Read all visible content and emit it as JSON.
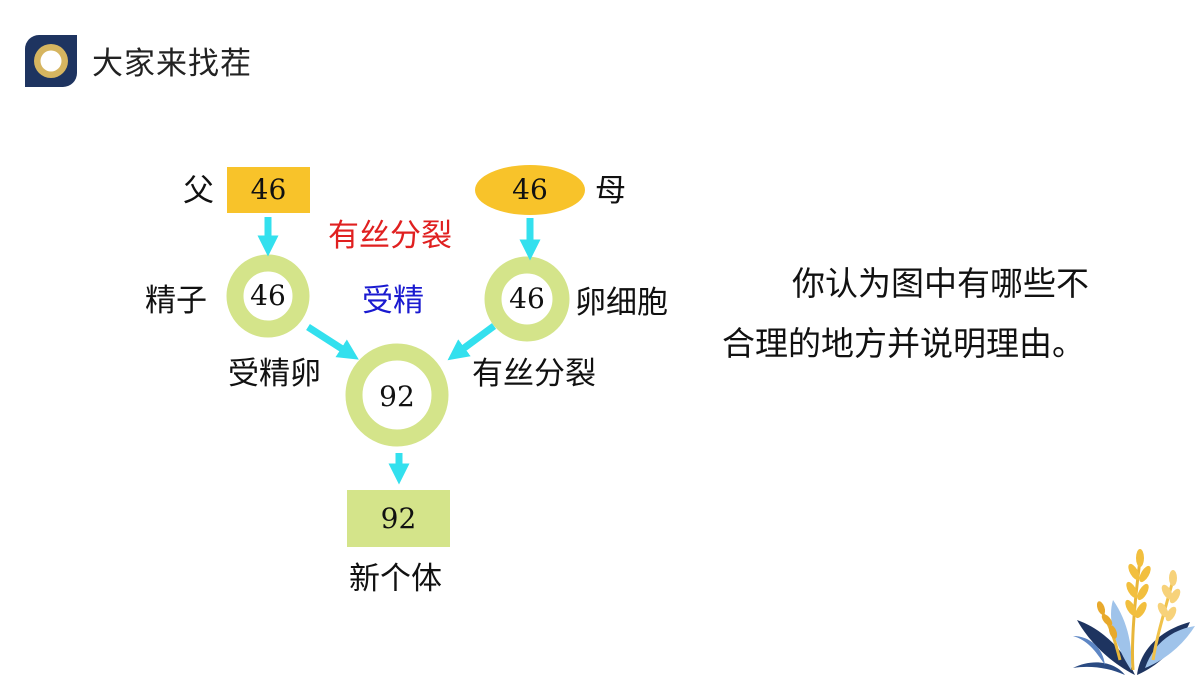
{
  "header": {
    "title": "大家来找茬"
  },
  "diagram": {
    "father": {
      "label": "父",
      "value": "46"
    },
    "mother": {
      "label": "母",
      "value": "46"
    },
    "sperm": {
      "label": "精子",
      "value": "46"
    },
    "egg": {
      "label": "卵细胞",
      "value": "46"
    },
    "zygote": {
      "label": "受精卵",
      "value": "92"
    },
    "new_individual": {
      "label": "新个体",
      "value": "92"
    },
    "annotations": {
      "mitosis_top": "有丝分裂",
      "fertilization": "受精",
      "mitosis_right": "有丝分裂"
    }
  },
  "question": {
    "line1": "你认为图中有哪些不",
    "line2": "合理的地方并说明理由。"
  },
  "colors": {
    "father_box": "#f8c32a",
    "mother_ellipse": "#f8c32a",
    "cell_ring": "#d4e48a",
    "new_box": "#d4e48a",
    "arrow": "#33e0ee",
    "red_text": "#e02020",
    "blue_text": "#1a1ad0",
    "logo_navy": "#1e3460",
    "logo_gold": "#d6b560"
  }
}
